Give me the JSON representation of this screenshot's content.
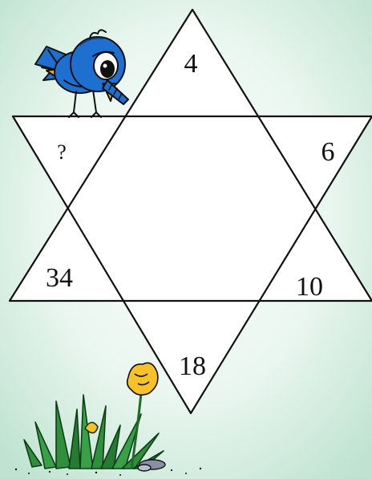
{
  "puzzle": {
    "top": "4",
    "upper_left": "?",
    "upper_right": "6",
    "lower_left": "34",
    "lower_right": "10",
    "bottom": "18"
  },
  "colors": {
    "background_tint": "#bfe3d0",
    "star_fill": "#ffffff",
    "outline": "#111111",
    "bird_blue": "#1f6fd1",
    "bird_yellow": "#f3b21a",
    "grass_green": "#2f8f3a",
    "flower_yellow": "#f6c12a"
  },
  "icons": {
    "bird": "bird-icon",
    "flower": "flower-icon",
    "grass": "grass-icon",
    "pebble": "pebble-icon"
  }
}
